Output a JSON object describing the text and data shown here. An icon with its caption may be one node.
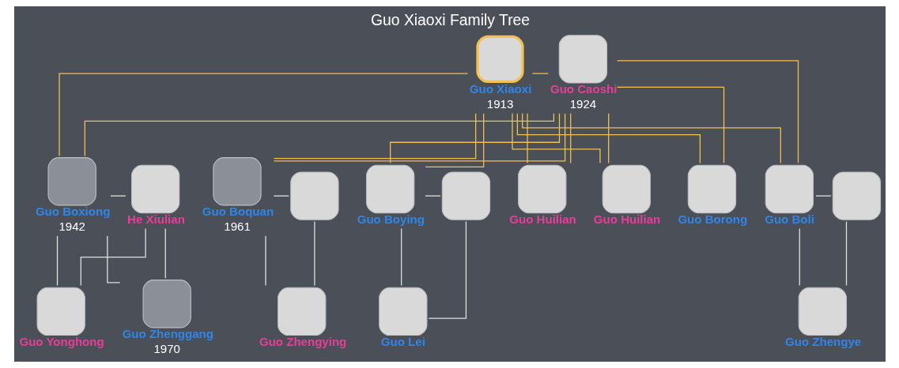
{
  "diagram": {
    "title": "Guo Xiaoxi Family Tree",
    "nodes": [
      {
        "text": [
          "Guo Xiaoxi",
          "1913"
        ]
      },
      {
        "text": [
          "Guo Caoshi",
          "1924"
        ]
      },
      {
        "text": [
          "Guo Boxiong",
          "1942"
        ]
      },
      {
        "text": [
          "He Xiulian"
        ]
      },
      {
        "text": [
          "Guo Boquan",
          "1961"
        ]
      },
      {
        "text": [],
        "shape": "person"
      },
      {
        "text": [
          "Guo Huilian"
        ]
      },
      {
        "text": [
          "Guo Huilian"
        ]
      },
      {
        "text": [
          "Guo Boying"
        ]
      },
      {
        "text": [],
        "shape": "person"
      },
      {
        "text": [
          "Guo Borong"
        ]
      },
      {
        "text": [
          "Guo Boli"
        ]
      },
      {
        "text": [],
        "shape": "person"
      },
      {
        "text": [
          "Guo Zhenggang",
          "1970"
        ]
      },
      {
        "text": [
          "Guo Yonghong"
        ]
      },
      {
        "text": [
          "Guo Zhengying"
        ]
      },
      {
        "text": [
          "Guo Lei"
        ]
      },
      {
        "text": [
          "Guo Zhengye"
        ]
      }
    ],
    "edges": [
      {
        "from": 0,
        "to": 1,
        "arrow": "none",
        "color": "#f2c14e"
      },
      {
        "from": 0,
        "to": 2,
        "arrow": "none",
        "color": "#f2c14e"
      },
      {
        "from": 1,
        "to": 2,
        "arrow": "none",
        "color": "#f2c14e"
      },
      {
        "from": 0,
        "to": 4,
        "arrow": "none",
        "color": "#f2c14e"
      },
      {
        "from": 1,
        "to": 4,
        "arrow": "none",
        "color": "#f2c14e"
      },
      {
        "from": 0,
        "to": 6,
        "arrow": "none",
        "color": "#f2c14e"
      },
      {
        "from": 1,
        "to": 6,
        "arrow": "none",
        "color": "#f2c14e"
      },
      {
        "from": 0,
        "to": 7,
        "arrow": "none",
        "color": "#f2c14e"
      },
      {
        "from": 1,
        "to": 7,
        "arrow": "none",
        "color": "#f2c14e"
      },
      {
        "from": 0,
        "to": 8,
        "arrow": "none",
        "color": "#f2c14e"
      },
      {
        "from": 1,
        "to": 8,
        "arrow": "none",
        "color": "#f2c14e"
      },
      {
        "from": 0,
        "to": 10,
        "arrow": "none",
        "color": "#f2c14e"
      },
      {
        "from": 1,
        "to": 10,
        "arrow": "none",
        "color": "#f2c14e"
      },
      {
        "from": 0,
        "to": 11,
        "arrow": "none",
        "color": "#f2c14e"
      },
      {
        "from": 1,
        "to": 11,
        "arrow": "none",
        "color": "#f2c14e"
      },
      {
        "from": 2,
        "to": 3,
        "arrow": "none",
        "color": "#e0e0e0"
      },
      {
        "from": 2,
        "to": 13,
        "arrow": "none",
        "color": "#e0e0e0"
      },
      {
        "from": 3,
        "to": 13,
        "arrow": "none",
        "color": "#e0e0e0"
      },
      {
        "from": 2,
        "to": 14,
        "arrow": "none",
        "color": "#e0e0e0"
      },
      {
        "from": 3,
        "to": 14,
        "arrow": "none",
        "color": "#e0e0e0"
      },
      {
        "from": 4,
        "to": 5,
        "arrow": "none",
        "color": "#e0e0e0"
      },
      {
        "from": 4,
        "to": 15,
        "arrow": "none",
        "color": "#e0e0e0"
      },
      {
        "from": 5,
        "to": 15,
        "arrow": "none",
        "color": "#e0e0e0"
      },
      {
        "from": 8,
        "to": 9,
        "arrow": "none",
        "color": "#e0e0e0"
      },
      {
        "from": 8,
        "to": 16,
        "arrow": "none",
        "color": "#e0e0e0"
      },
      {
        "from": 9,
        "to": 16,
        "arrow": "none",
        "color": "#e0e0e0"
      },
      {
        "from": 11,
        "to": 12,
        "arrow": "none",
        "color": "#e0e0e0"
      },
      {
        "from": 11,
        "to": 17,
        "arrow": "none",
        "color": "#e0e0e0"
      },
      {
        "from": 12,
        "to": 17,
        "arrow": "none",
        "color": "#e0e0e0"
      }
    ]
  }
}
